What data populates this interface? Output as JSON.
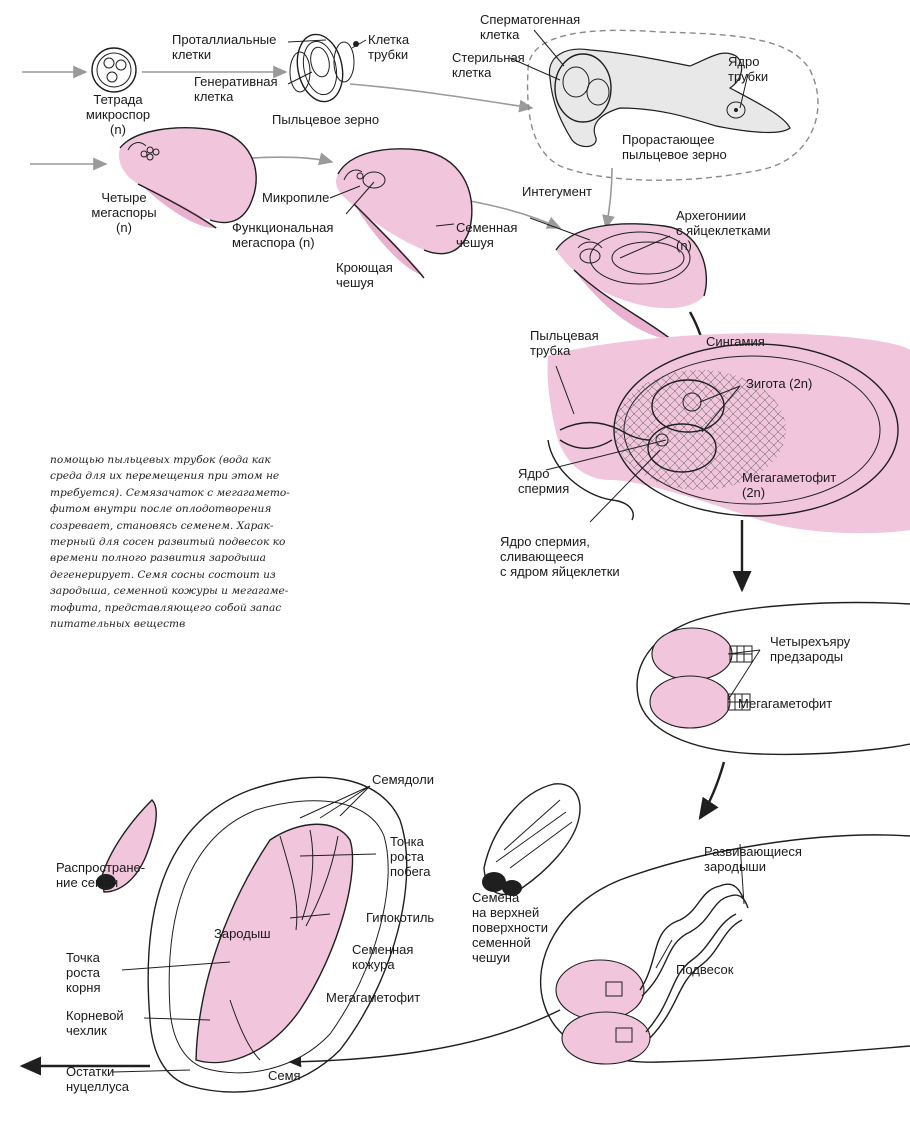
{
  "labels": {
    "tetrad": "Тетрада\nмикроспор\n(n)",
    "prothallial": "Проталлиальные\nклетки",
    "tube_cell": "Клетка\nтрубки",
    "generative": "Генеративная\nклетка",
    "pollen_grain": "Пыльцевое зерно",
    "spermatogenous": "Сперматогенная\nклетка",
    "sterile": "Стерильная\nклетка",
    "tube_nucleus": "Ядро\nтрубки",
    "germinating_pollen": "Прорастающее\nпыльцевое зерно",
    "four_megaspores": "Четыре\nмегаспоры\n(n)",
    "micropyle": "Микропиле",
    "functional_megaspore": "Функциональная\nмегаспора (n)",
    "bract": "Кроющая\nчешуя",
    "seed_scale": "Семенная\nчешуя",
    "integument": "Интегумент",
    "archegonia": "Архегониии\nс яйцеклетками\n(n)",
    "syngamy": "Сингамия",
    "pollen_tube": "Пыльцевая\nтрубка",
    "zygote": "Зигота (2n)",
    "sperm_nucleus": "Ядро\nспермия",
    "megagametophyte_2n": "Мегагаметофит\n(2n)",
    "sperm_fusing": "Ядро спермия,\nсливающееся\nс ядром яйцеклетки",
    "proembryo": "Четырехъяру\nпредзароды",
    "megagametophyte_1": "Мегагаметофит",
    "cotyledons": "Семядоли",
    "shoot_apex": "Точка\nроста\nпобега",
    "hypocotyl": "Гипокотиль",
    "embryo": "Зародыш",
    "seed_coat": "Семенная\nкожура",
    "megagametophyte_2": "Мегагаметофит",
    "root_apex": "Точка\nроста\nкорня",
    "root_cap": "Корневой\nчехлик",
    "nucellus_remains": "Остатки\nнуцеллуса",
    "seed": "Семя",
    "seed_dispersal": "Распростране-\nние семян",
    "seeds_on_scale": "Семена\nна верхней\nповерхности\nсеменной\nчешуи",
    "developing_embryos": "Развивающиеся\nзародыши",
    "suspensor": "Подвесок"
  },
  "note": "помощью пыльцевых трубок (вода как\nсреда для их перемещения при этом не\nтребуется). Семязачаток с мегагамето-\nфитом внутри после оплодотворения\nсозревает, становясь семенем. Харак-\nтерный для сосен развитый подвесок ко\nвремени полного развития зародыша\nдегенерирует. Семя сосны состоит из\nзародыша, семенной кожуры и мегагаме-\nтофита, представляющего собой запас\nпитательных веществ",
  "colors": {
    "pink": "#f1c6dc",
    "pink_dark": "#e9b1cf",
    "arrow_gray": "#9a9a9a",
    "ink": "#1f1f1f"
  }
}
